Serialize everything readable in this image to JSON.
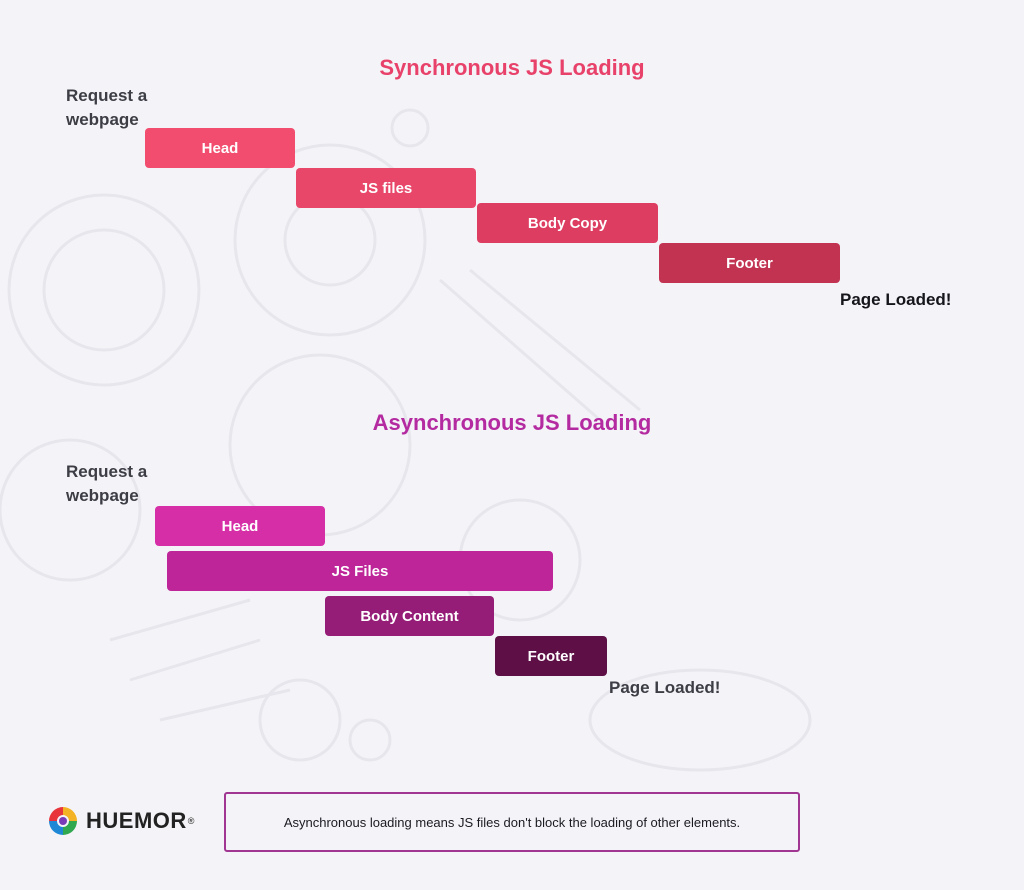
{
  "sync": {
    "title": "Synchronous JS Loading",
    "title_color": "#e8416a",
    "start_lines": [
      "Request a",
      "webpage"
    ],
    "end_label": "Page Loaded!",
    "bars": [
      {
        "label": "Head",
        "color": "#f24d6e"
      },
      {
        "label": "JS files",
        "color": "#e8476a"
      },
      {
        "label": "Body Copy",
        "color": "#dc3d61"
      },
      {
        "label": "Footer",
        "color": "#c23352"
      }
    ]
  },
  "async": {
    "title": "Asynchronous JS Loading",
    "title_color": "#b42aa0",
    "start_lines": [
      "Request a",
      "webpage"
    ],
    "end_label": "Page Loaded!",
    "bars": [
      {
        "label": "Head",
        "color": "#d52ea6"
      },
      {
        "label": "JS Files",
        "color": "#bd2599"
      },
      {
        "label": "Body Content",
        "color": "#951d77"
      },
      {
        "label": "Footer",
        "color": "#5e0f45"
      }
    ]
  },
  "note": "Asynchronous loading means JS files don't block the loading of other elements.",
  "brand": {
    "name": "HUEMOR",
    "mark": "®"
  }
}
